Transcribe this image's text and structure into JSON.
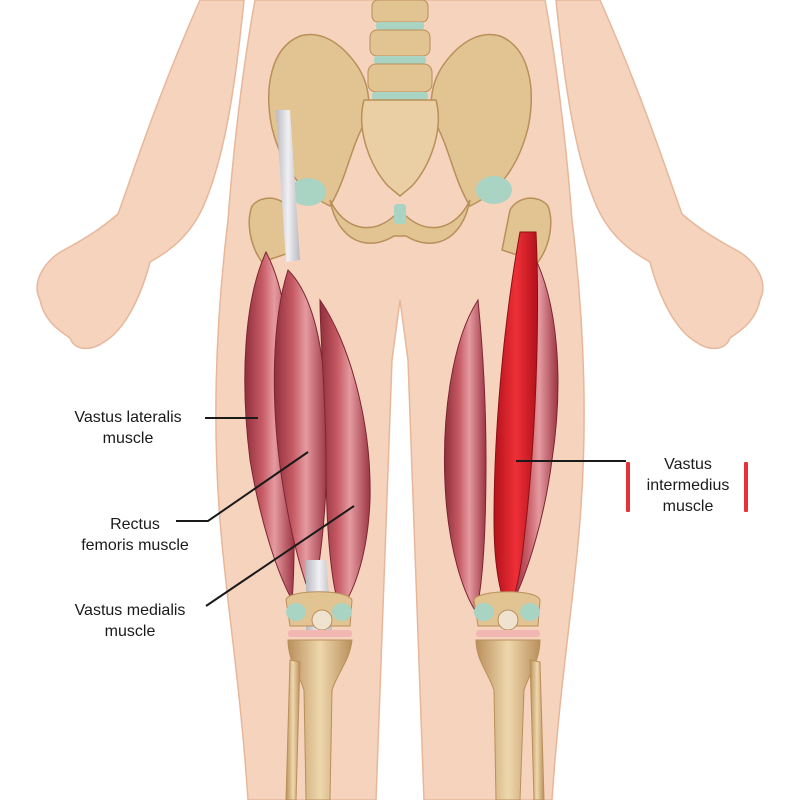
{
  "labels": {
    "vastus_lateralis": [
      "Vastus lateralis",
      "muscle"
    ],
    "rectus_femoris": [
      "Rectus",
      "femoris muscle"
    ],
    "vastus_medialis": [
      "Vastus medialis",
      "muscle"
    ],
    "vastus_intermedius": [
      "Vastus",
      "intermedius",
      "muscle"
    ]
  },
  "colors": {
    "skin": "#f6d3bd",
    "skin_outline": "#e7b79b",
    "bone": "#e2c392",
    "bone_dark": "#b98f5a",
    "cartilage": "#a9d3c3",
    "meniscus": "#f3b7b3",
    "muscle": "#c65a64",
    "muscle_light": "#e59aa0",
    "muscle_dark": "#8f2f3c",
    "highlight_muscle": "#e0222b",
    "tendon": "#d9d9dd",
    "leader_line": "#1a1a1a",
    "accent_bar": "#e8323a"
  }
}
